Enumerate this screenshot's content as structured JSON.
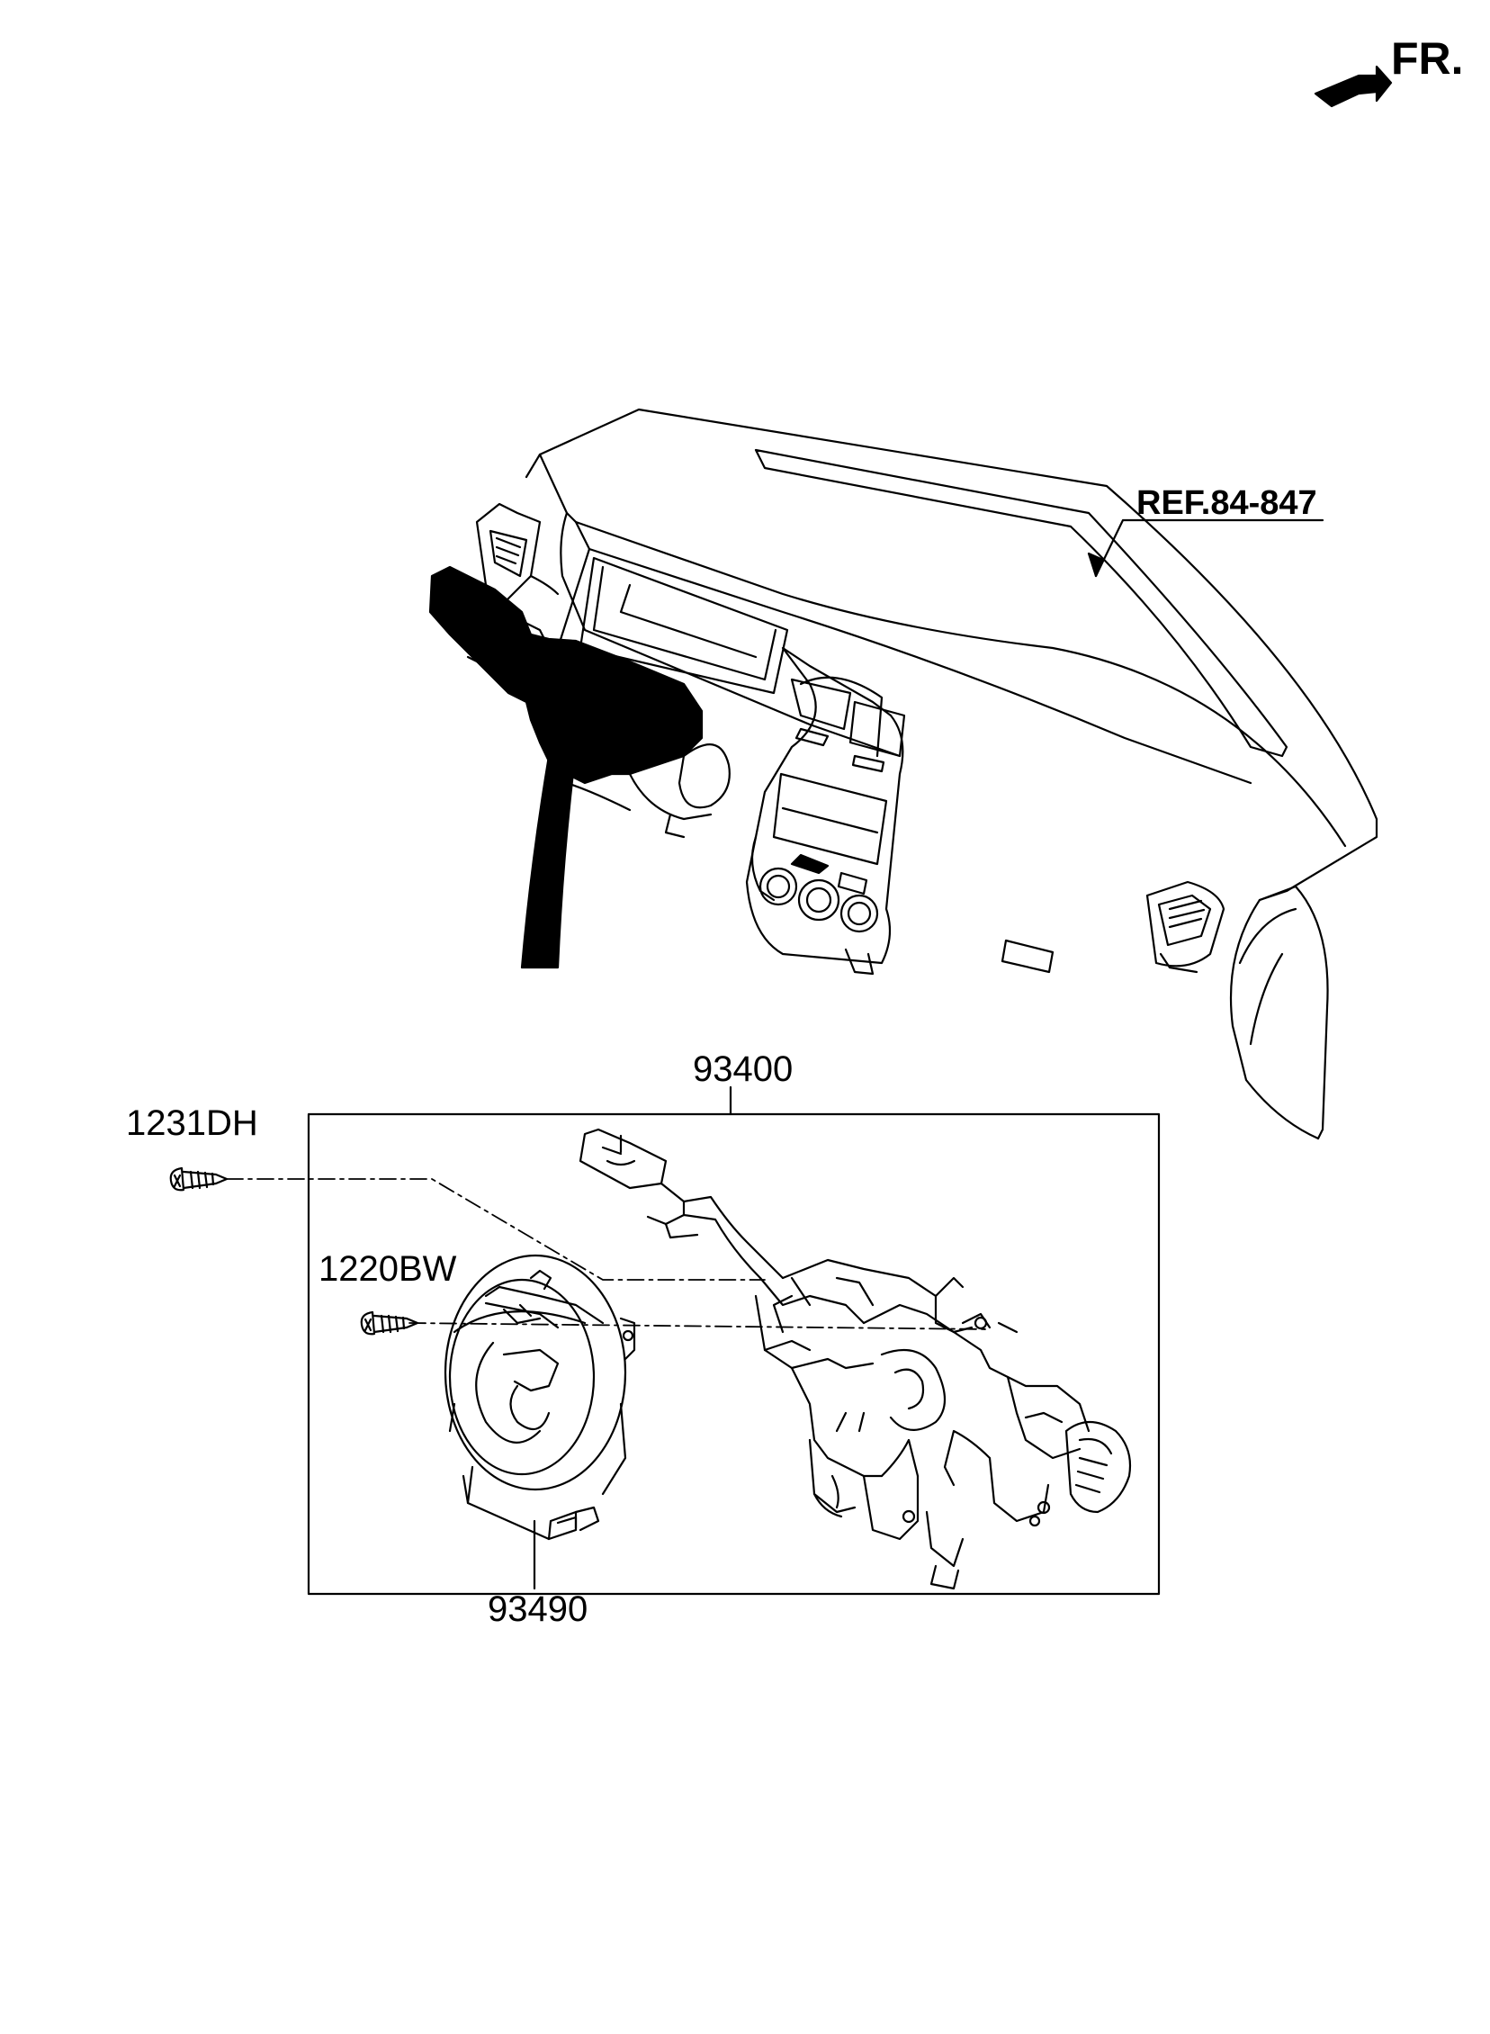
{
  "orientation": {
    "label": "FR.",
    "arrow_icon": "front-direction-arrow-icon"
  },
  "reference": {
    "label": "REF.84-847"
  },
  "parts": [
    {
      "part_no": "93400"
    },
    {
      "part_no": "1231DH"
    },
    {
      "part_no": "1220BW"
    },
    {
      "part_no": "93490"
    }
  ],
  "colors": {
    "line": "#000000",
    "background": "#ffffff"
  }
}
